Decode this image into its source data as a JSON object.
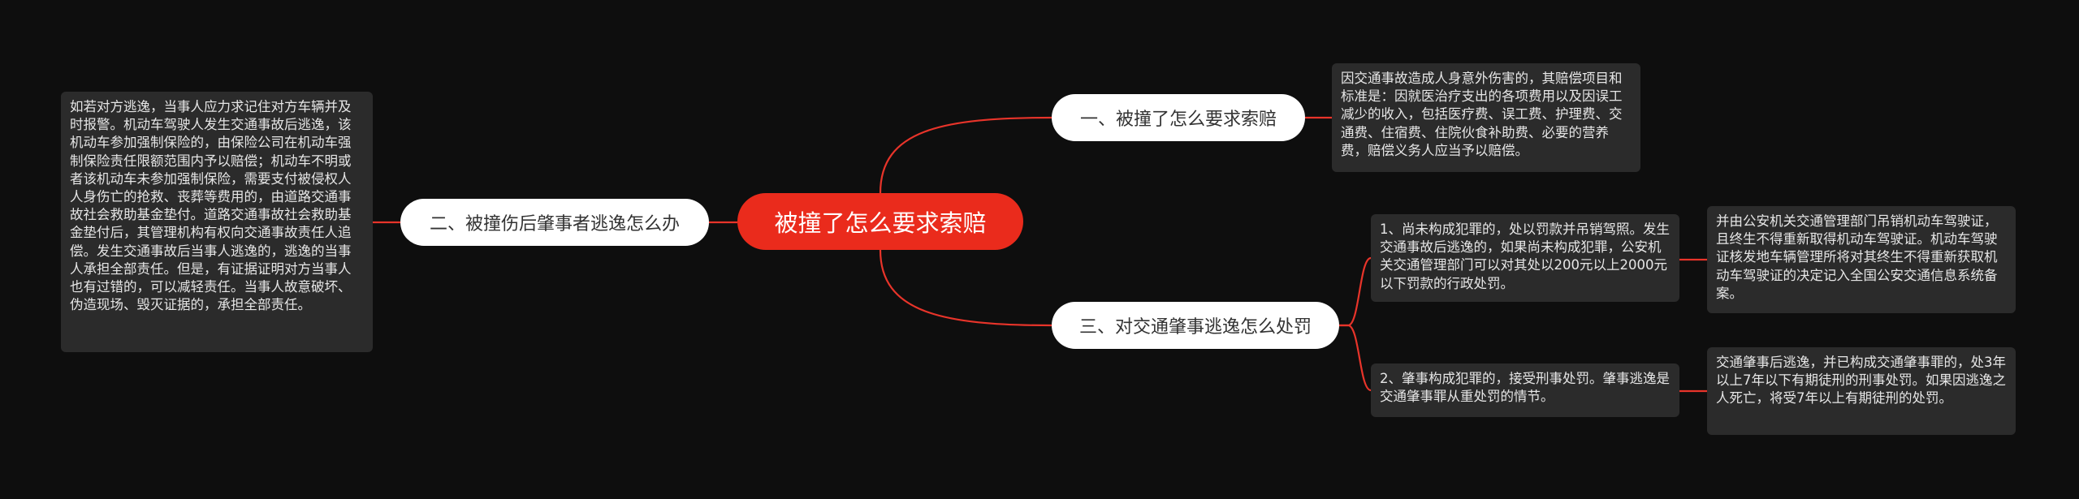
{
  "mindmap": {
    "root": {
      "label": "被撞了怎么要求索赔"
    },
    "branches": [
      {
        "label": "一、被撞了怎么要求索赔",
        "details": [
          "因交通事故造成人身意外伤害的，其赔偿项目和标准是：因就医治疗支出的各项费用以及因误工减少的收入，包括医疗费、误工费、护理费、交通费、住宿费、住院伙食补助费、必要的营养费，赔偿义务人应当予以赔偿。"
        ]
      },
      {
        "label": "二、被撞伤后肇事者逃逸怎么办",
        "details": [
          "如若对方逃逸，当事人应力求记住对方车辆并及时报警。机动车驾驶人发生交通事故后逃逸，该机动车参加强制保险的，由保险公司在机动车强制保险责任限额范围内予以赔偿；机动车不明或者该机动车未参加强制保险，需要支付被侵权人人身伤亡的抢救、丧葬等费用的，由道路交通事故社会救助基金垫付。道路交通事故社会救助基金垫付后，其管理机构有权向交通事故责任人追偿。发生交通事故后当事人逃逸的，逃逸的当事人承担全部责任。但是，有证据证明对方当事人也有过错的，可以减轻责任。当事人故意破坏、伪造现场、毁灭证据的，承担全部责任。"
        ]
      },
      {
        "label": "三、对交通肇事逃逸怎么处罚",
        "sub_items": [
          {
            "text": "1、尚未构成犯罪的，处以罚款并吊销驾照。发生交通事故后逃逸的，如果尚未构成犯罪，公安机关交通管理部门可以对其处以200元以上2000元以下罚款的行政处罚。",
            "detail": "并由公安机关交通管理部门吊销机动车驾驶证，且终生不得重新取得机动车驾驶证。机动车驾驶证核发地车辆管理所将对其终生不得重新获取机动车驾驶证的决定记入全国公安交通信息系统备案。"
          },
          {
            "text": "2、肇事构成犯罪的，接受刑事处罚。肇事逃逸是交通肇事罪从重处罚的情节。",
            "detail": "交通肇事后逃逸，并已构成交通肇事罪的，处3年以上7年以下有期徒刑的刑事处罚。如果因逃逸之人死亡，将受7年以上有期徒刑的处罚。"
          }
        ]
      }
    ]
  },
  "colors": {
    "background": "#0e0e0e",
    "root_fill": "#ea2b1c",
    "branch_fill": "#ffffff",
    "card_fill": "#2b2b2b",
    "connector": "#e8342a"
  }
}
